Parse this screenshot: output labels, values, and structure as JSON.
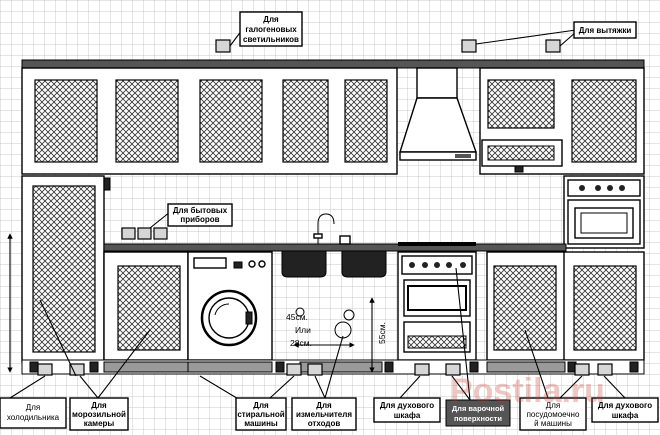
{
  "labels": {
    "halogen": [
      "Для",
      "галогеновых",
      "светильников"
    ],
    "hood": [
      "Для вытяжки"
    ],
    "appliances": [
      "Для бытовых",
      "приборов"
    ],
    "fridge": [
      "Для",
      "холодильника"
    ],
    "freezer": [
      "Для",
      "морозильной",
      "камеры"
    ],
    "washer": [
      "Для",
      "стиральной",
      "машины"
    ],
    "disposer": [
      "Для",
      "измельчителя",
      "отходов"
    ],
    "oven_center": [
      "Для духового",
      "шкафа"
    ],
    "hob": [
      "Для варочной",
      "поверхности"
    ],
    "dishwasher": [
      "Для",
      "посудомоечно",
      "й машины"
    ],
    "oven_right": [
      "Для духового",
      "шкафа"
    ]
  },
  "dimensions": {
    "pipe_height": [
      "45см.",
      "Или",
      "28см."
    ],
    "outlet_height": "55см."
  },
  "watermark": "Postila.ru",
  "icons": [
    "socket-icon",
    "faucet-icon",
    "range-hood-icon",
    "washing-machine-icon",
    "oven-icon",
    "cooktop-icon"
  ]
}
